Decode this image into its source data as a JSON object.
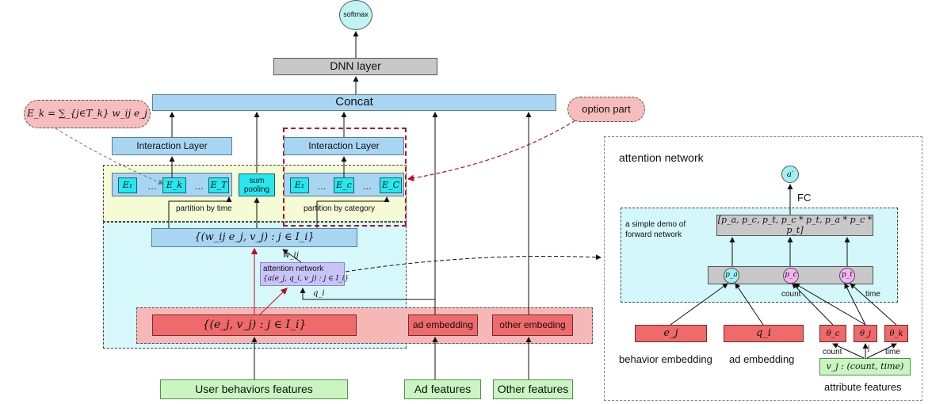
{
  "softmax": "softmax",
  "dnn_layer": "DNN layer",
  "concat": "Concat",
  "ek_formula": "E_k = ∑_{j∈T_k} w_ij e_j",
  "option_part": "option part",
  "interaction_layer_left": "Interaction Layer",
  "interaction_layer_right": "Interaction Layer",
  "time_group": {
    "e1": "E₁",
    "dots1": "…",
    "ek": "E_k",
    "dots2": "…",
    "et": "E_T"
  },
  "category_group": {
    "e1": "E₁",
    "dots1": "…",
    "ec": "E_c",
    "dots2": "…",
    "eC": "E_C"
  },
  "sum_pooling": "sum pooling",
  "partition_by_time": "partition by time",
  "partition_by_category": "partition by category",
  "weighted_set": "{(w_ij e_j, v_j) : j ∈ I_i}",
  "w_ij": "w_ij",
  "attention_network_small_title": "attention network",
  "attention_network_small_formula": "{a(e_j, q_i, v_j) : j ∈ I_i}",
  "q_i": "q_i",
  "behavior_set": "{(e_j, v_j) : j ∈ I_i}",
  "ad_embedding": "ad embedding",
  "other_embedding": "other embeding",
  "user_behaviors_features": "User behaviors features",
  "ad_features": "Ad features",
  "other_features": "Other features",
  "attention_panel": {
    "title": "attention network",
    "a_prime": "a′",
    "fc": "FC",
    "demo_label": "a simple demo of forward network",
    "vector": "[p_a, p_c, p_t, p_c * p_t, p_a * p_c * p_t]",
    "p_a": "p_a",
    "p_c": "p_c",
    "p_t": "p_t",
    "count": "count",
    "time": "time",
    "e_j": "e_j",
    "q_i": "q_i",
    "theta_c": "θ_c",
    "theta_j": "θ_j",
    "theta_k": "θ_k",
    "count2": "count",
    "j": "j",
    "time2": "time",
    "behavior_embedding": "behavior embedding",
    "ad_embedding": "ad embedding",
    "v_j": "v_j : (count, time)",
    "attribute_features": "attribute features"
  },
  "colors": {
    "blue": "#a8d6f2",
    "gray": "#c8c8c8",
    "red": "#ef6a6a",
    "green": "#c9f5c0",
    "cyan": "#26e8ee",
    "pink": "#f3b3b3"
  }
}
